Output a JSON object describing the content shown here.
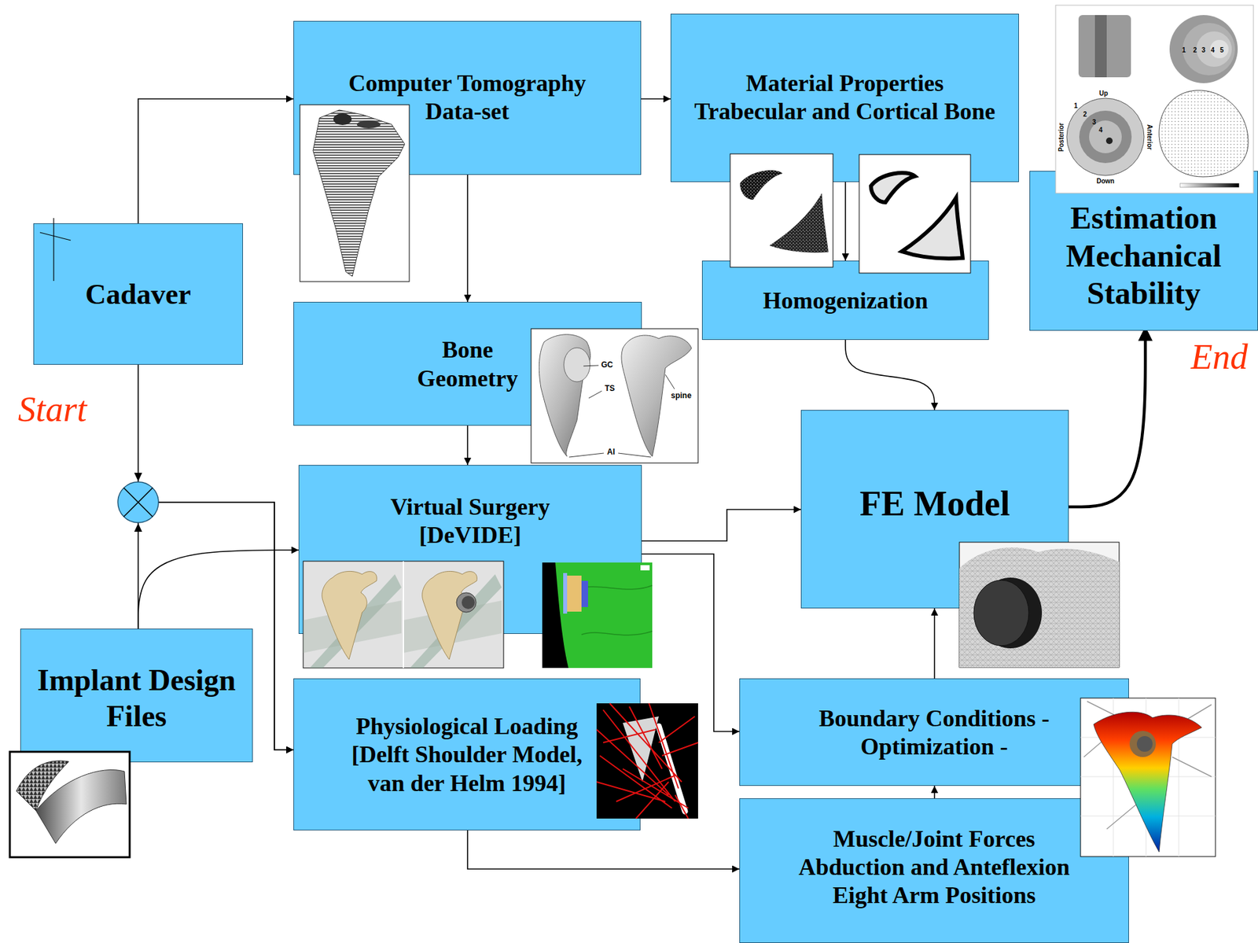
{
  "diagram": {
    "nodes": [
      {
        "text": [
          "Cadaver"
        ]
      },
      {
        "text": [
          "Computer Tomography Data-set"
        ]
      },
      {
        "text": [
          "Material Properties Trabecular and Cortical Bone"
        ]
      },
      {
        "text": [
          "Estimation Mechanical Stability"
        ]
      },
      {
        "text": [
          "Bone Geometry"
        ]
      },
      {
        "text": [
          "Homogenization"
        ]
      },
      {
        "text": [
          "Virtual Surgery [DeVIDE]"
        ]
      },
      {
        "text": [
          "FE Model"
        ]
      },
      {
        "text": [
          "Implant Design Files"
        ]
      },
      {
        "text": [
          "Physiological Loading [Delft Shoulder Model, van der Helm 1994]"
        ]
      },
      {
        "text": [
          "Boundary Conditions - Optimization -"
        ]
      },
      {
        "text": [
          "Muscle/Joint Forces Abduction and Anteflexion Eight Arm Positions"
        ]
      }
    ],
    "edges": [
      {
        "from": 0,
        "to": 1,
        "arrow": "to"
      },
      {
        "from": 1,
        "to": 2,
        "arrow": "to"
      },
      {
        "from": 1,
        "to": 4,
        "arrow": "to"
      },
      {
        "from": 2,
        "to": 5,
        "arrow": "to"
      },
      {
        "from": 4,
        "to": 6,
        "arrow": "to"
      },
      {
        "from": 5,
        "to": 7,
        "arrow": "to"
      },
      {
        "from": 6,
        "to": 7,
        "arrow": "to"
      },
      {
        "from": 6,
        "to": 10,
        "arrow": "to"
      },
      {
        "from": 7,
        "to": 3,
        "arrow": "to"
      },
      {
        "from": 8,
        "to": 6,
        "arrow": "to"
      },
      {
        "from": 0,
        "to": 9,
        "arrow": "to"
      },
      {
        "from": 8,
        "to": 9,
        "arrow": "to"
      },
      {
        "from": 9,
        "to": 11,
        "arrow": "to"
      },
      {
        "from": 11,
        "to": 10,
        "arrow": "to"
      },
      {
        "from": 10,
        "to": 7,
        "arrow": "to"
      }
    ],
    "labels": [
      "Start",
      "End",
      "GC",
      "TS",
      "spine",
      "AI",
      "Up",
      "Posterior",
      "Anterior",
      "Down",
      "1",
      "2",
      "3",
      "4",
      "1",
      "2",
      "3",
      "4",
      "5"
    ]
  }
}
